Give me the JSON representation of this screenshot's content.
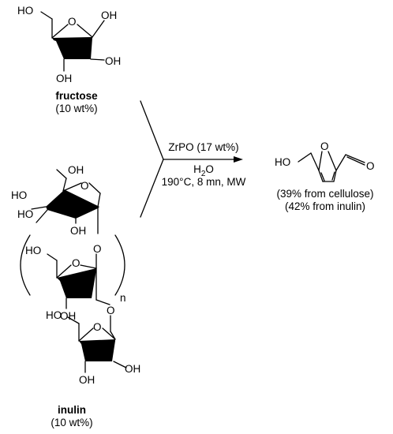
{
  "fructose": {
    "name": "fructose",
    "loading": "(10 wt%)",
    "atoms": {
      "ring_o": "O",
      "ho_ch2": "HO",
      "oh_anomeric": "OH",
      "ho_ring": "HO",
      "oh_c3": "OH",
      "oh_c4": "OH"
    }
  },
  "inulin": {
    "name": "inulin",
    "loading": "(10 wt%)",
    "repeat_n": "n",
    "glucose_atoms": {
      "oh_top": "OH",
      "ring_o": "O",
      "ho_c4": "HO",
      "ho_c3": "HO",
      "oh_c2": "OH"
    },
    "link_o1": "O",
    "mid_atoms": {
      "ho_ch2": "HO",
      "ring_o": "O",
      "ho_ring": "HO",
      "oh_c4": "OH"
    },
    "link_o2": "O",
    "end_atoms": {
      "ho_ch2": "HO",
      "ring_o": "O",
      "ho_ring": "HO",
      "oh_c1": "OH",
      "oh_c4": "OH"
    }
  },
  "conditions": {
    "catalyst": "ZrPO (17 wt%)",
    "solvent_main": "H",
    "solvent_sub": "2",
    "solvent_end": "O",
    "params": "190°C, 8 mn, MW"
  },
  "product": {
    "atoms": {
      "ho": "HO",
      "ring_o": "O",
      "carbonyl_o": "O"
    },
    "yield_cellulose": "(39% from cellulose)",
    "yield_inulin": "(42% from inulin)"
  }
}
